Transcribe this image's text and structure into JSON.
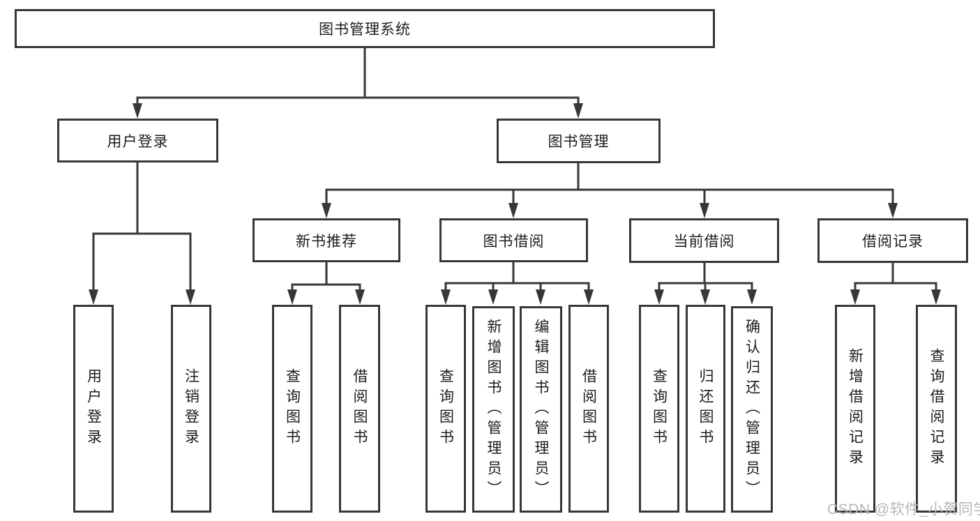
{
  "diagram_title": "图书管理系统",
  "nodes": {
    "root": "图书管理系统",
    "user_login": "用户登录",
    "book_mgmt": "图书管理",
    "new_book_rec": "新书推荐",
    "book_borrow": "图书借阅",
    "current_borrow": "当前借阅",
    "borrow_records": "借阅记录",
    "leaf_user_login": "用户登录",
    "leaf_logout": "注销登录",
    "nb_query": "查询图书",
    "nb_borrow": "借阅图书",
    "bb_query": "查询图书",
    "bb_add": "新增图书（管理员）",
    "bb_edit": "编辑图书（管理员）",
    "bb_borrow": "借阅图书",
    "cb_query": "查询图书",
    "cb_return": "归还图书",
    "cb_confirm": "确认归还（管理员）",
    "br_add": "新增借阅记录",
    "br_query": "查询借阅记录"
  },
  "watermark": "CSDN @软件_小贺同学",
  "colors": {
    "line": "#373737",
    "box_border": "#373737",
    "box_background": "#ffffff",
    "text": "#1c1c1c",
    "watermark": "#b6b6b6",
    "background": "#ffffff"
  }
}
